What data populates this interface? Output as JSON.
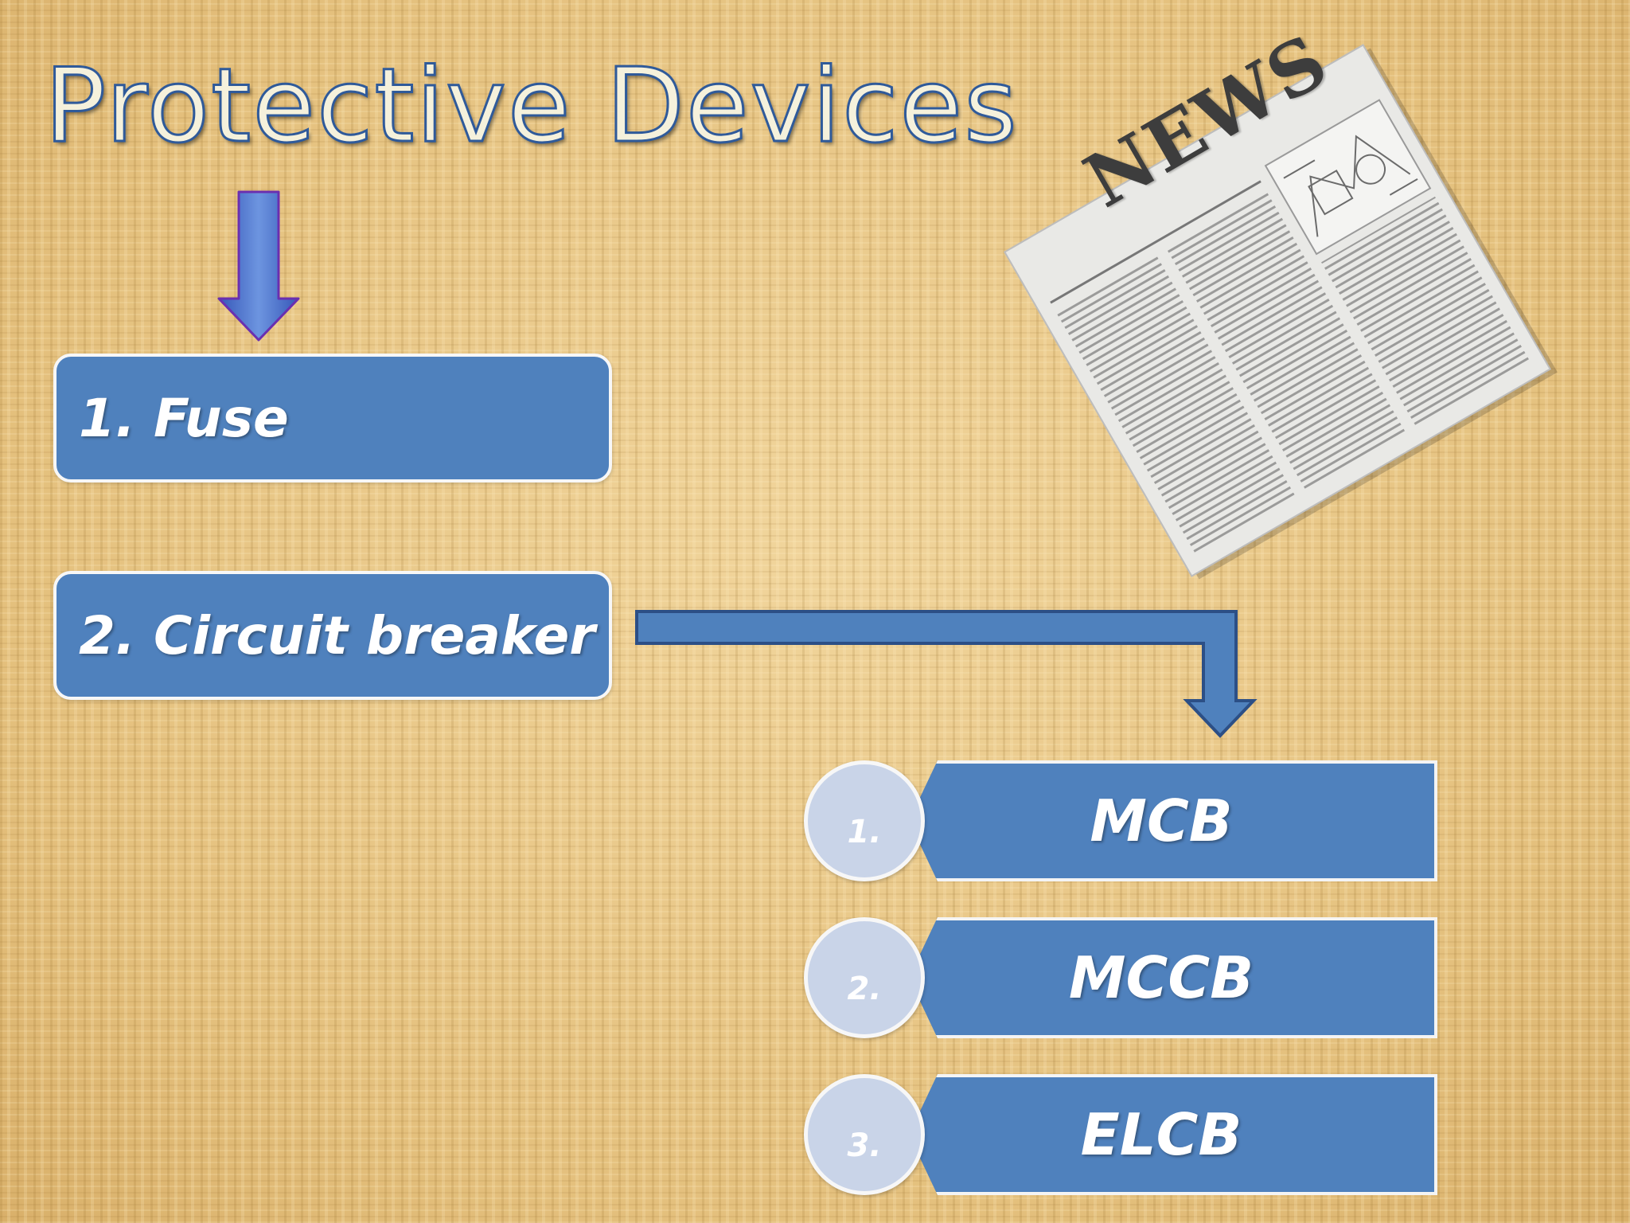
{
  "slide": {
    "title": "Protective Devices"
  },
  "devices": [
    {
      "label": "1. Fuse"
    },
    {
      "label": "2. Circuit breaker"
    }
  ],
  "breaker_types": [
    {
      "number": "1.",
      "label": "MCB"
    },
    {
      "number": "2.",
      "label": "MCCB"
    },
    {
      "number": "3.",
      "label": "ELCB"
    }
  ],
  "newspaper": {
    "masthead": "NEWS"
  },
  "colors": {
    "box_fill": "#4f81bd",
    "box_border": "#f7f7f7",
    "circle_fill": "#c9d4e8",
    "title_fill": "#f5f1dc",
    "title_outline": "#2f5a9a",
    "background": "#e9c98a"
  }
}
